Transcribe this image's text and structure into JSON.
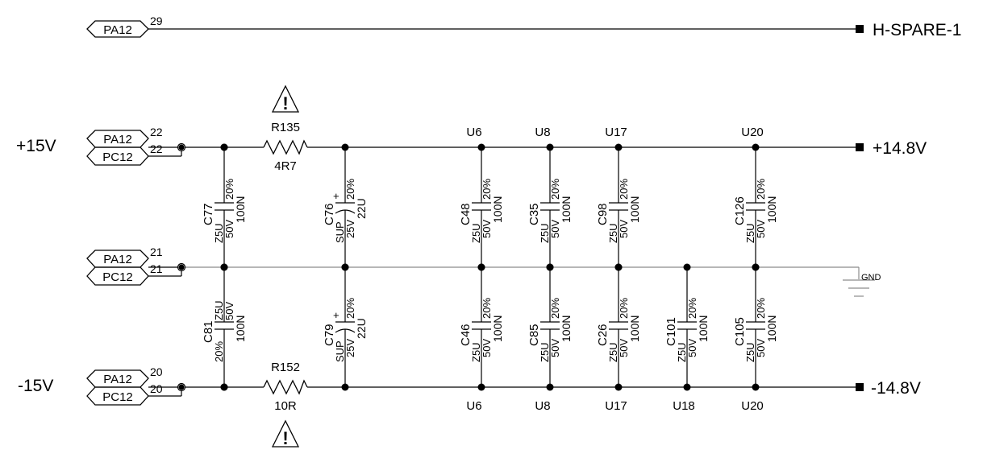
{
  "colors": {
    "wire": "#000000",
    "gnd_wire": "#8c8c8c"
  },
  "spare": {
    "port": "PA12",
    "pin": "29",
    "net": "H-SPARE-1"
  },
  "rails": {
    "plus": {
      "input": "+15V",
      "output": "+14.8V",
      "ports": [
        "PA12",
        "PC12"
      ],
      "pin": "22"
    },
    "gnd": {
      "net": "GND",
      "ports": [
        "PA12",
        "PC12"
      ],
      "pin": "21"
    },
    "minus": {
      "input": "-15V",
      "output": "-14.8V",
      "ports": [
        "PA12",
        "PC12"
      ],
      "pin": "20"
    }
  },
  "resistors": {
    "plus": {
      "ref": "R135",
      "value": "4R7"
    },
    "minus": {
      "ref": "R152",
      "value": "10R"
    }
  },
  "warning_icon": "warning-triangle-icon",
  "caps_upper": [
    {
      "ref": "C77",
      "dielectric": "Z5U",
      "voltage": "50V",
      "tolerance": "20%",
      "value": "100N"
    },
    {
      "ref": "C76",
      "dielectric": "SUP",
      "voltage": "25V",
      "tolerance": "20%",
      "value": "22U",
      "polarity": "+"
    },
    {
      "ref": "C48",
      "dielectric": "Z5U",
      "voltage": "50V",
      "tolerance": "20%",
      "value": "100N"
    },
    {
      "ref": "C35",
      "dielectric": "Z5U",
      "voltage": "50V",
      "tolerance": "20%",
      "value": "100N"
    },
    {
      "ref": "C98",
      "dielectric": "Z5U",
      "voltage": "50V",
      "tolerance": "20%",
      "value": "100N"
    },
    {
      "ref": "C126",
      "dielectric": "Z5U",
      "voltage": "50V",
      "tolerance": "20%",
      "value": "100N"
    }
  ],
  "caps_lower": [
    {
      "ref": "C81",
      "dielectric": "Z5U",
      "voltage": "50V",
      "tolerance": "20%",
      "value": "100N"
    },
    {
      "ref": "C79",
      "dielectric": "SUP",
      "voltage": "25V",
      "tolerance": "20%",
      "value": "22U",
      "polarity": "+"
    },
    {
      "ref": "C46",
      "dielectric": "Z5U",
      "voltage": "50V",
      "tolerance": "20%",
      "value": "100N"
    },
    {
      "ref": "C85",
      "dielectric": "Z5U",
      "voltage": "50V",
      "tolerance": "20%",
      "value": "100N"
    },
    {
      "ref": "C26",
      "dielectric": "Z5U",
      "voltage": "50V",
      "tolerance": "20%",
      "value": "100N"
    },
    {
      "ref": "C101",
      "dielectric": "Z5U",
      "voltage": "50V",
      "tolerance": "20%",
      "value": "100N"
    },
    {
      "ref": "C105",
      "dielectric": "Z5U",
      "voltage": "50V",
      "tolerance": "20%",
      "value": "100N"
    }
  ],
  "units_top": [
    "U6",
    "U8",
    "U17",
    "U20"
  ],
  "units_bottom": [
    "U6",
    "U8",
    "U17",
    "U18",
    "U20"
  ]
}
